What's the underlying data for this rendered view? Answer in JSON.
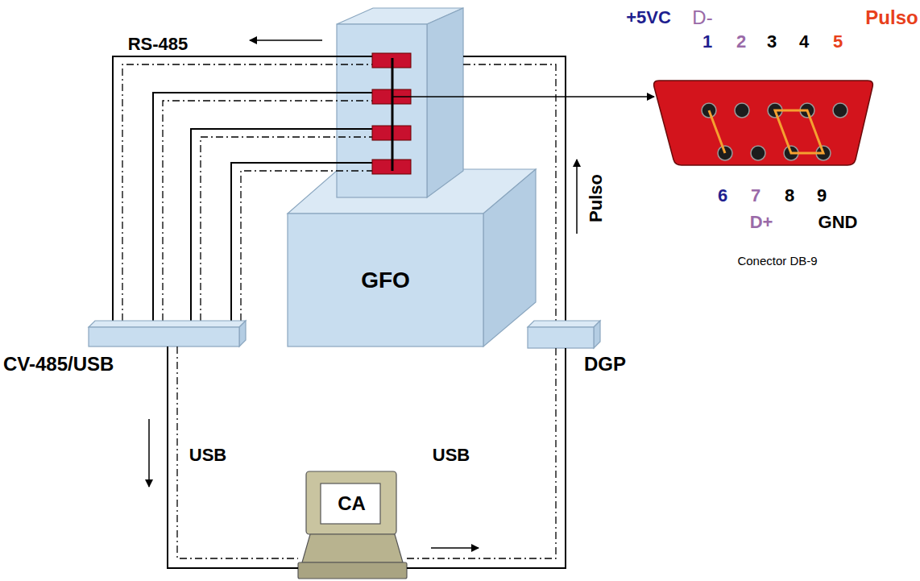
{
  "diagram": {
    "nodes": [
      {
        "text": [
          "GFO"
        ]
      },
      {
        "text": [
          "CV-485/USB"
        ]
      },
      {
        "text": [
          "DGP"
        ]
      },
      {
        "text": [
          "CA"
        ]
      },
      {
        "text": [
          "Conector DB-9"
        ]
      }
    ],
    "edges": [
      {
        "from": 1,
        "to": 3,
        "label": "USB",
        "arrow": "none"
      },
      {
        "from": 3,
        "to": 2,
        "label": "USB",
        "arrow": "none"
      }
    ],
    "labels": [
      "RS-485",
      "Pulso",
      "+5VC",
      "D-",
      "Pulso",
      "1",
      "2",
      "3",
      "4",
      "5",
      "6",
      "7",
      "8",
      "9",
      "D+",
      "GND"
    ]
  }
}
